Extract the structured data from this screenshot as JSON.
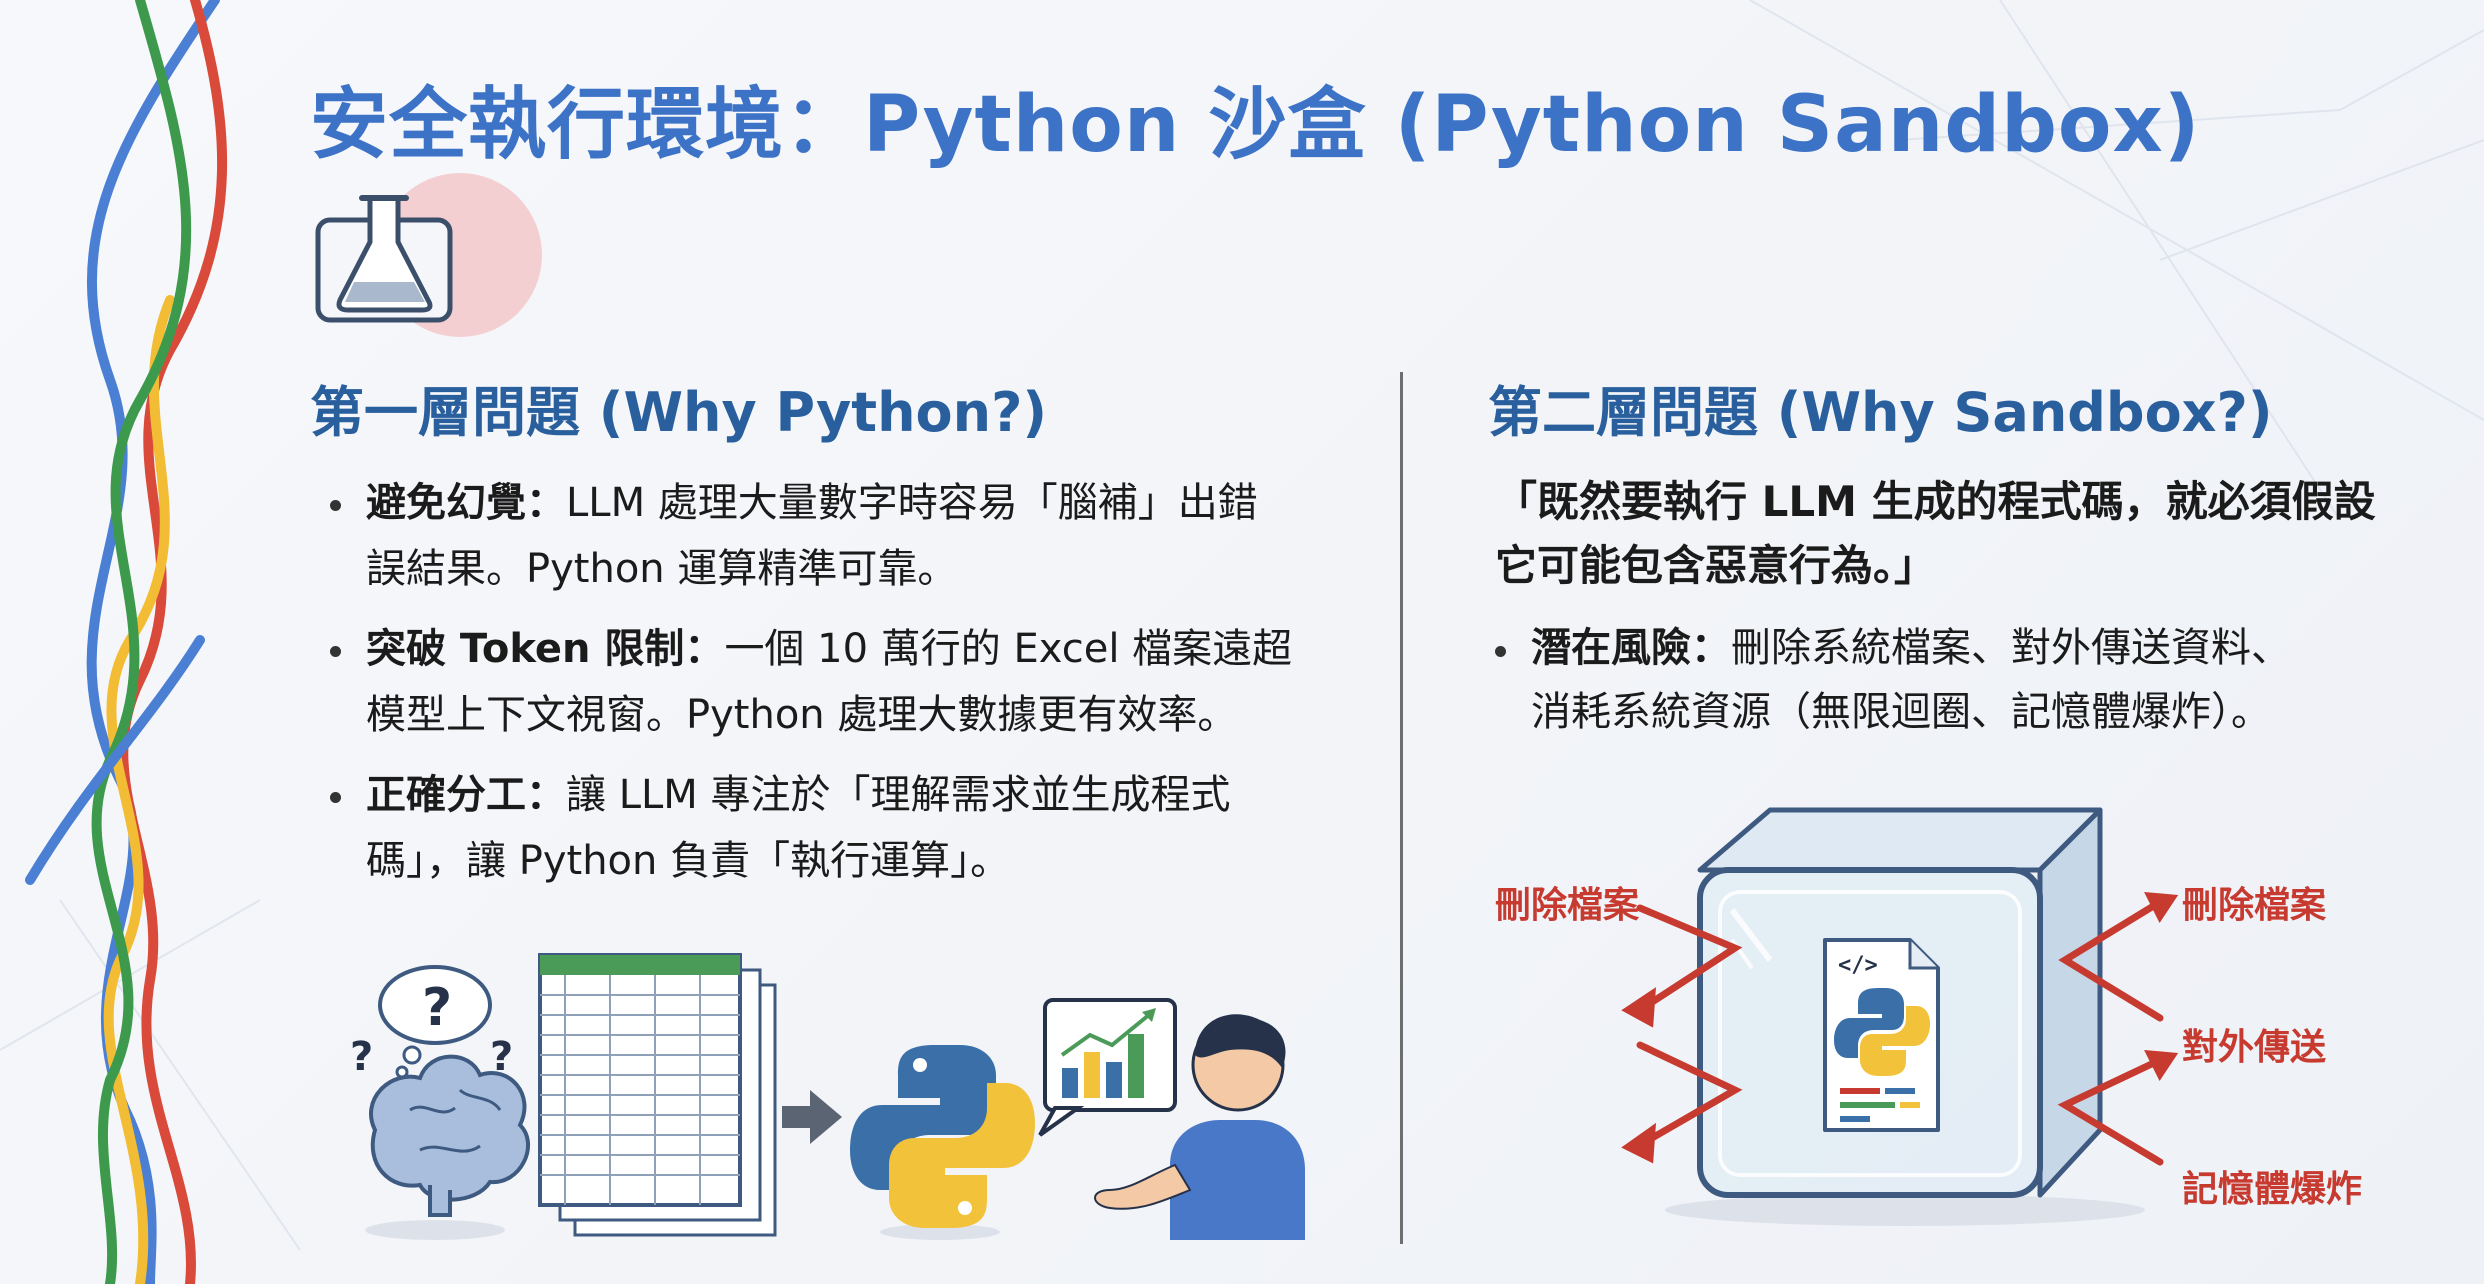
{
  "title": "安全執行環境：Python 沙盒 (Python Sandbox)",
  "left": {
    "heading": "第一層問題 (Why Python?)",
    "bullets": [
      {
        "label": "避免幻覺：",
        "line1": "LLM 處理大量數字時容易「腦補」出錯",
        "line2": "誤結果。Python 運算精準可靠。"
      },
      {
        "label": "突破 Token 限制：",
        "line1": "一個 10 萬行的 Excel 檔案遠超",
        "line2": "模型上下文視窗。Python 處理大數據更有效率。"
      },
      {
        "label": "正確分工：",
        "line1": "讓 LLM 專注於「理解需求並生成程式",
        "line2": "碼」，讓 Python 負責「執行運算」。"
      }
    ]
  },
  "right": {
    "heading": "第二層問題 (Why Sandbox?)",
    "quote_line1": "「既然要執行 LLM 生成的程式碼，就必須假設",
    "quote_line2": "它可能包含惡意行為。」",
    "risk": {
      "label": "潛在風險：",
      "line1": "刪除系統檔案、對外傳送資料、",
      "line2": "消耗系統資源（無限迴圈、記憶體爆炸）。"
    },
    "threats": {
      "left_top": "刪除檔案",
      "right_top": "刪除檔案",
      "right_mid": "對外傳送",
      "right_bottom": "記憶體爆炸"
    }
  },
  "icons": {
    "header": "flask-icon",
    "left_illustration": [
      "brain-question-icon",
      "spreadsheet-icon",
      "arrow-right-icon",
      "python-logo-icon",
      "bar-chart-icon",
      "person-icon"
    ],
    "right_illustration": [
      "glass-sandbox-cube-icon",
      "code-file-icon",
      "red-arrow-icon"
    ]
  },
  "colors": {
    "title": "#3d73c6",
    "heading": "#2a5f9e",
    "threat": "#c73a2f",
    "python_blue": "#3a6fa8",
    "python_yellow": "#f2c23a",
    "ribbon": [
      "#4a7fd4",
      "#d94a3a",
      "#f2bd35",
      "#3d9a4d"
    ]
  }
}
